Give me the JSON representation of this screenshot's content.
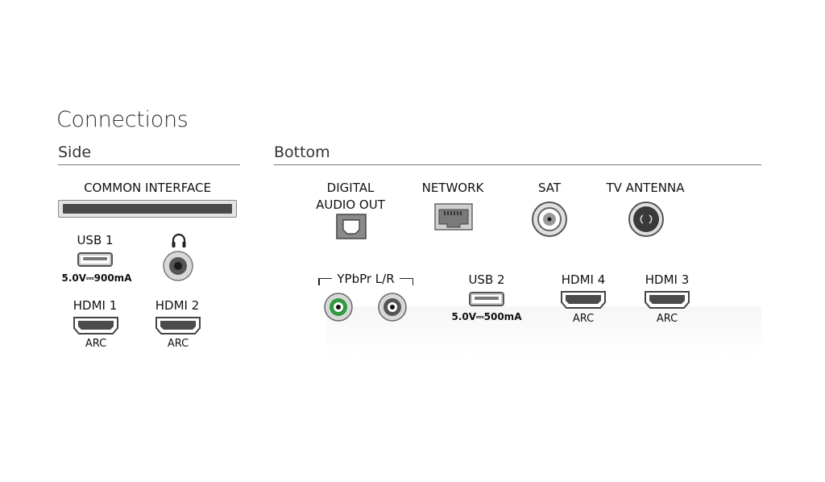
{
  "title": "Connections",
  "sections": {
    "side": "Side",
    "bottom": "Bottom"
  },
  "side": {
    "common_interface": "COMMON INTERFACE",
    "usb1": {
      "label": "USB 1",
      "spec": "5.0V⎓900mA"
    },
    "hdmi1": {
      "label": "HDMI 1",
      "sub": "ARC"
    },
    "hdmi2": {
      "label": "HDMI 2",
      "sub": "ARC"
    }
  },
  "bottom": {
    "digital_audio_out": {
      "line1": "DIGITAL",
      "line2": "AUDIO OUT"
    },
    "network": "NETWORK",
    "sat": "SAT",
    "tv_antenna": "TV ANTENNA",
    "ypbpr": "YPbPr L/R",
    "usb2": {
      "label": "USB 2",
      "spec": "5.0V⎓500mA"
    },
    "hdmi4": {
      "label": "HDMI 4",
      "sub": "ARC"
    },
    "hdmi3": {
      "label": "HDMI 3",
      "sub": "ARC"
    }
  },
  "colors": {
    "ypbpr_green": "#2e9b3f",
    "port_gray": "#5a5a5a"
  }
}
